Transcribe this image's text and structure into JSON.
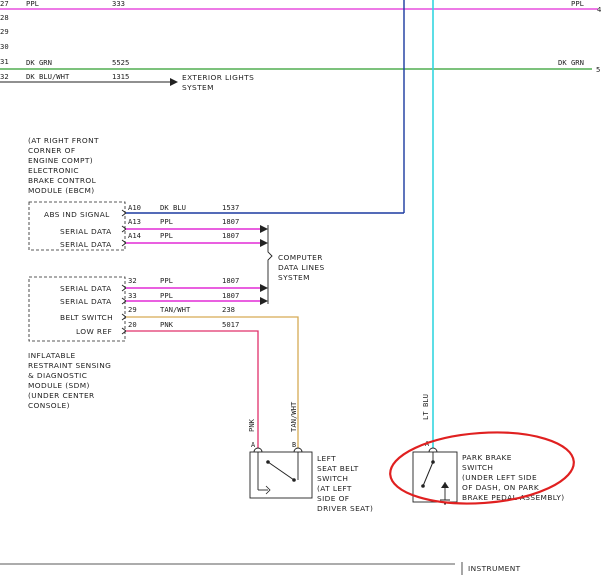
{
  "colors": {
    "ppl": "#e22bd6",
    "dk_grn": "#2e9e2e",
    "dk_blu": "#1b3aa0",
    "lt_blu": "#33d6e0",
    "tan_wht": "#d6aa55",
    "pnk": "#e0306b",
    "ink": "#222222",
    "highlight": "#e02020"
  },
  "top_rows": {
    "row_numbers": [
      "27",
      "28",
      "29",
      "30",
      "31",
      "32"
    ],
    "ppl_color": "PPL",
    "ppl_circuit": "333",
    "ppl_right_label": "PPL",
    "ppl_right_num": "4",
    "dk_grn_color": "DK GRN",
    "dk_grn_circuit": "5525",
    "dk_grn_right_label": "DK GRN",
    "dk_grn_right_num": "5",
    "dk_blu_wht_color": "DK BLU/WHT",
    "dk_blu_wht_circuit": "1315",
    "exterior_line1": "EXTERIOR LIGHTS",
    "exterior_line2": "SYSTEM"
  },
  "ebcm": {
    "title_lines": [
      "(AT RIGHT FRONT",
      "CORNER OF",
      "ENGINE COMPT)",
      "ELECTRONIC",
      "BRAKE CONTROL",
      "MODULE (EBCM)"
    ],
    "pins": [
      {
        "label": "ABS IND SIGNAL",
        "pin": "A10",
        "color": "DK BLU",
        "circuit": "1537"
      },
      {
        "label": "SERIAL DATA",
        "pin": "A13",
        "color": "PPL",
        "circuit": "1807"
      },
      {
        "label": "SERIAL DATA",
        "pin": "A14",
        "color": "PPL",
        "circuit": "1807"
      }
    ]
  },
  "sdm": {
    "title_lines": [
      "INFLATABLE",
      "RESTRAINT SENSING",
      "& DIAGNOSTIC",
      "MODULE (SDM)",
      "(UNDER CENTER",
      "CONSOLE)"
    ],
    "pins": [
      {
        "label": "SERIAL DATA",
        "pin": "32",
        "color": "PPL",
        "circuit": "1807"
      },
      {
        "label": "SERIAL DATA",
        "pin": "33",
        "color": "PPL",
        "circuit": "1807"
      },
      {
        "label": "BELT SWITCH",
        "pin": "29",
        "color": "TAN/WHT",
        "circuit": "238"
      },
      {
        "label": "LOW REF",
        "pin": "20",
        "color": "PNK",
        "circuit": "5017"
      }
    ]
  },
  "computer_data": {
    "lines": [
      "COMPUTER",
      "DATA LINES",
      "SYSTEM"
    ]
  },
  "seat_belt": {
    "wire_a_label": "PNK",
    "wire_b_label": "TAN/WHT",
    "pin_a": "A",
    "pin_b": "B",
    "title_lines": [
      "LEFT",
      "SEAT BELT",
      "SWITCH",
      "(AT LEFT",
      "SIDE OF",
      "DRIVER SEAT)"
    ]
  },
  "park_brake": {
    "wire_label": "LT BLU",
    "pin_a": "A",
    "title_lines": [
      "PARK BRAKE",
      "SWITCH",
      "(UNDER LEFT SIDE",
      "OF DASH, ON PARK",
      "BRAKE PEDAL ASSEMBLY)"
    ]
  },
  "bottom": {
    "instrument": "INSTRUMENT"
  }
}
